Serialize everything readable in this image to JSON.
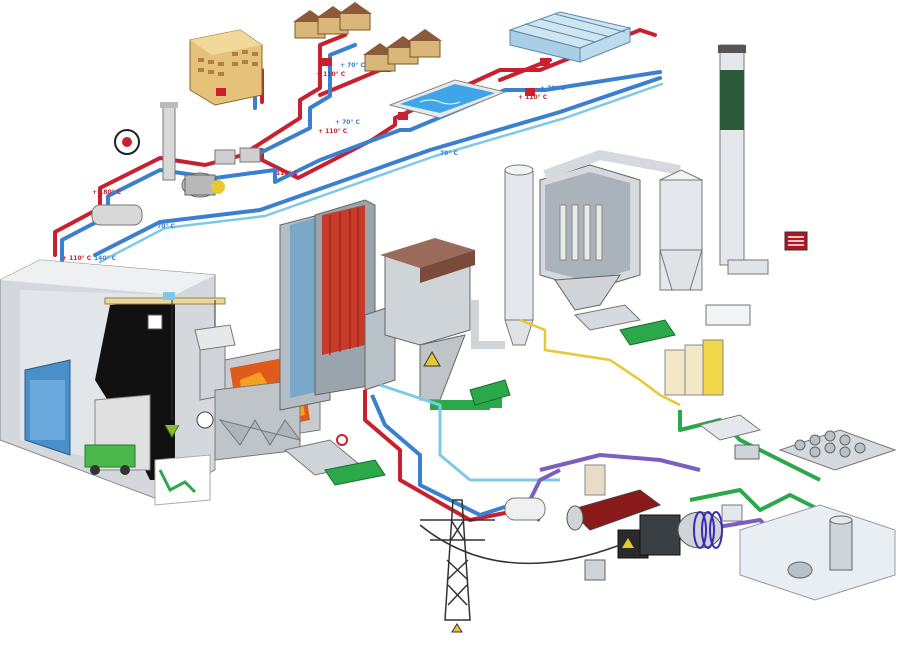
{
  "colors": {
    "hot_pipe": "#c8202e",
    "return_pipe": "#3a7fd0",
    "water_pipe": "#7ec8e8",
    "steam_purple": "#7a5fc0",
    "cooling_green": "#2aa84a",
    "flue_yellow": "#e8c830",
    "warning_red": "#b3141e"
  },
  "temperatures": {
    "t1": "+ 110° C",
    "t2": "+ 110° C",
    "t3": "+ 70° C",
    "t4": "+ 110° C",
    "t5": "+ 70° C",
    "t6": "70° C",
    "t7": "+ 70° C",
    "t8": "+ 110° C",
    "t9": "+ 70° C",
    "t10": "+ 180° C",
    "t11": "140° C",
    "t12": "110° C"
  }
}
